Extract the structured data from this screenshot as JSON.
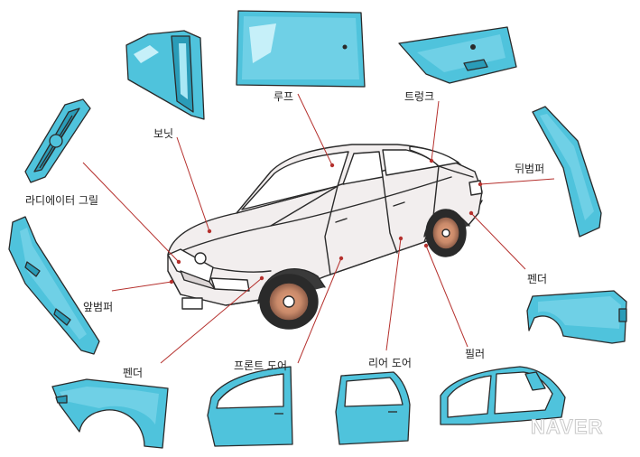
{
  "labels": {
    "roof": "루프",
    "bonnet": "보닛",
    "trunk": "트렁크",
    "rear_bumper": "뒤범퍼",
    "radiator_grille": "라디에이터 그릴",
    "front_bumper": "앞범퍼",
    "rear_fender": "펜더",
    "front_fender": "펜더",
    "front_door": "프론트 도어",
    "rear_door": "리어 도어",
    "pillar": "필러"
  },
  "watermark": "NAVER",
  "colors": {
    "part_fill": "#4fc3dc",
    "part_dark": "#2a9cb8",
    "part_light": "#a9e8f5",
    "outline": "#2a2a2a",
    "leader_line": "#b5302d",
    "car_body": "#f2eeee"
  }
}
